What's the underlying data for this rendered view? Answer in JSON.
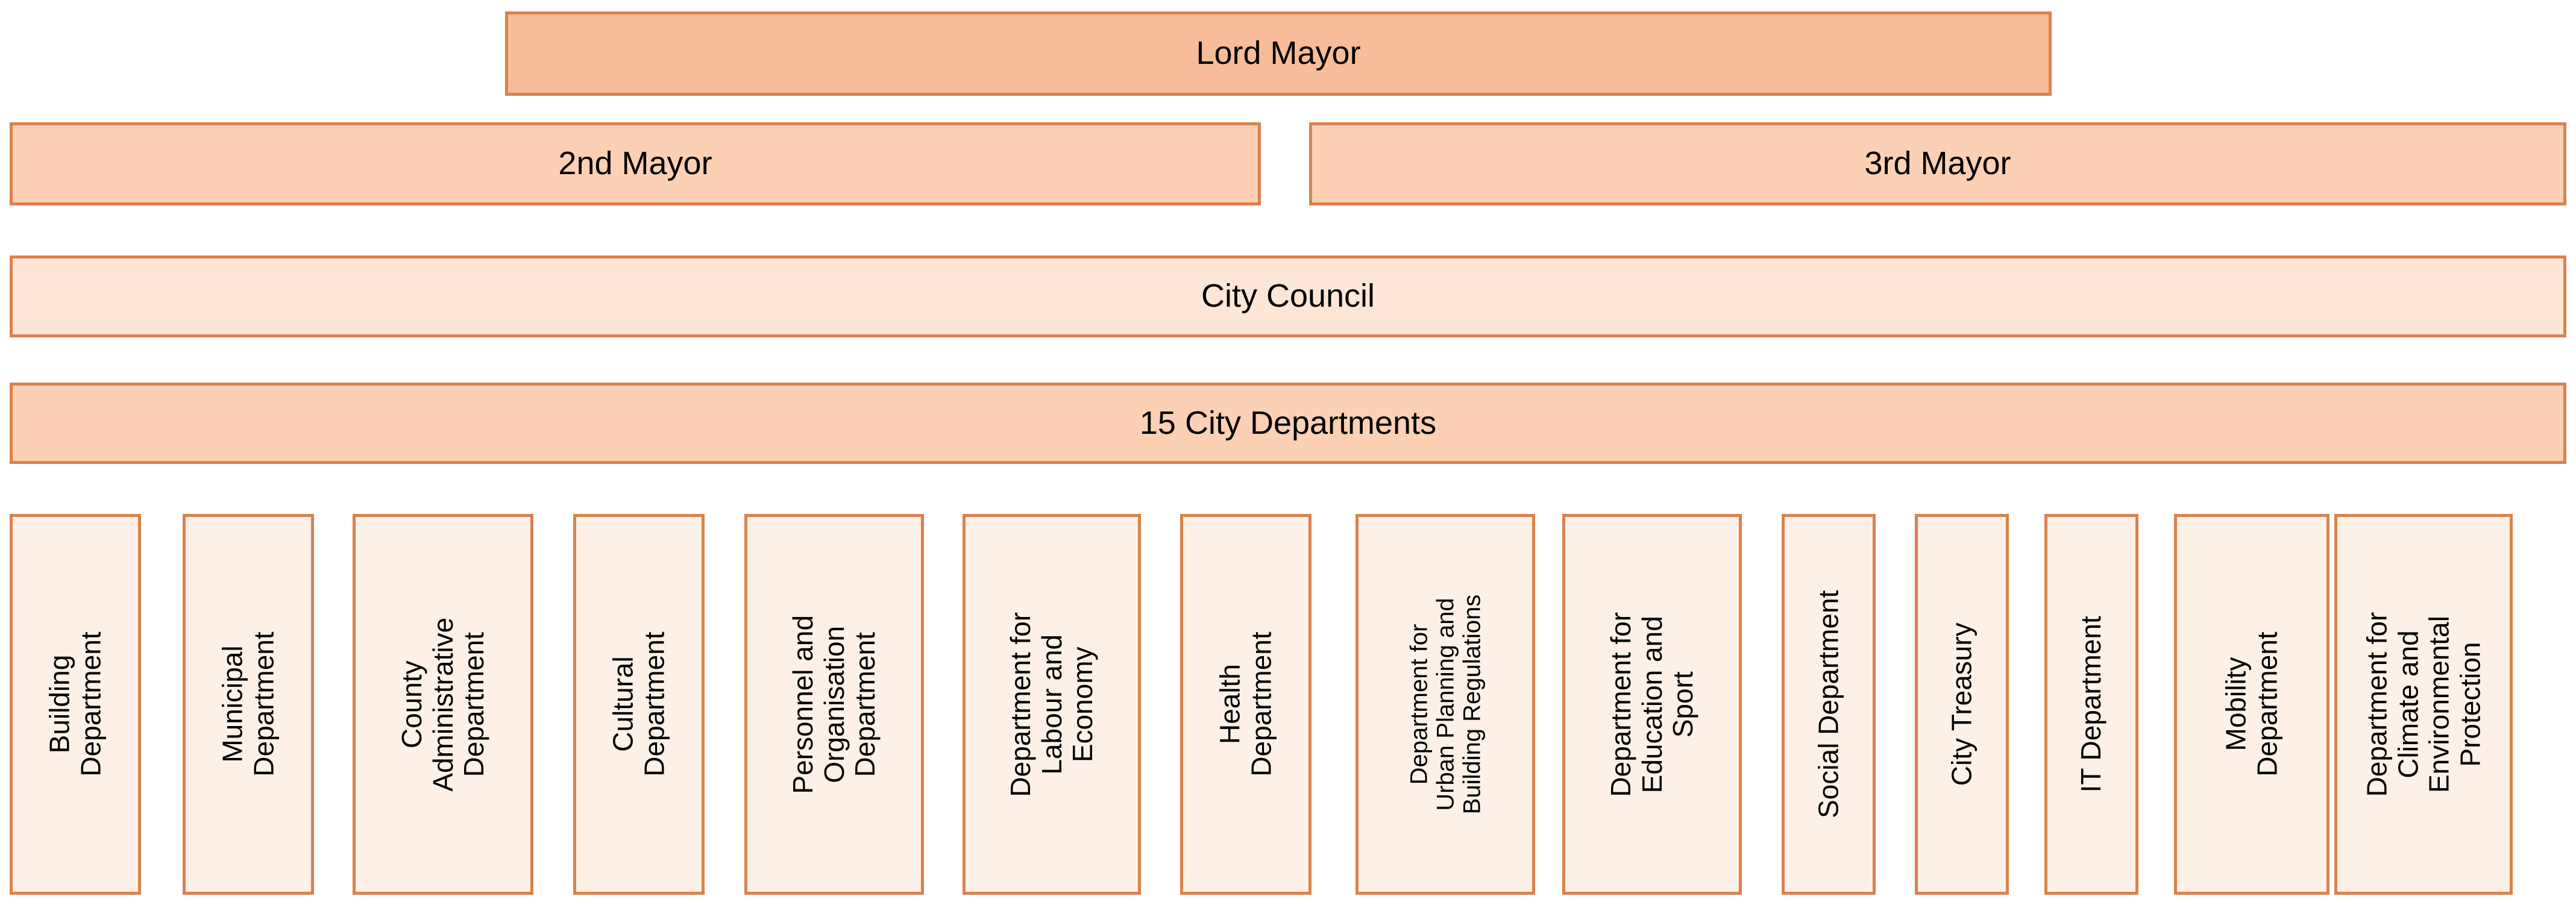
{
  "hierarchy": {
    "lord_mayor": "Lord Mayor",
    "second_mayor": "2nd Mayor",
    "third_mayor": "3rd Mayor",
    "city_council": "City Council",
    "city_departments": "15 City Departments"
  },
  "departments": [
    "Building\nDepartment",
    "Municipal\nDepartment",
    "County\nAdministrative\nDepartment",
    "Cultural\nDepartment",
    "Personnel and\nOrganisation\nDepartment",
    "Department for\nLabour and\nEconomy",
    "Health\nDepartment",
    "Department for\nUrban Planning and\nBuilding Regulations",
    "Department for\nEducation and\nSport",
    "Social Department",
    "City Treasury",
    "IT Department",
    "Mobility\nDepartment",
    "Department for\nClimate and\nEnvironmental\nProtection"
  ]
}
